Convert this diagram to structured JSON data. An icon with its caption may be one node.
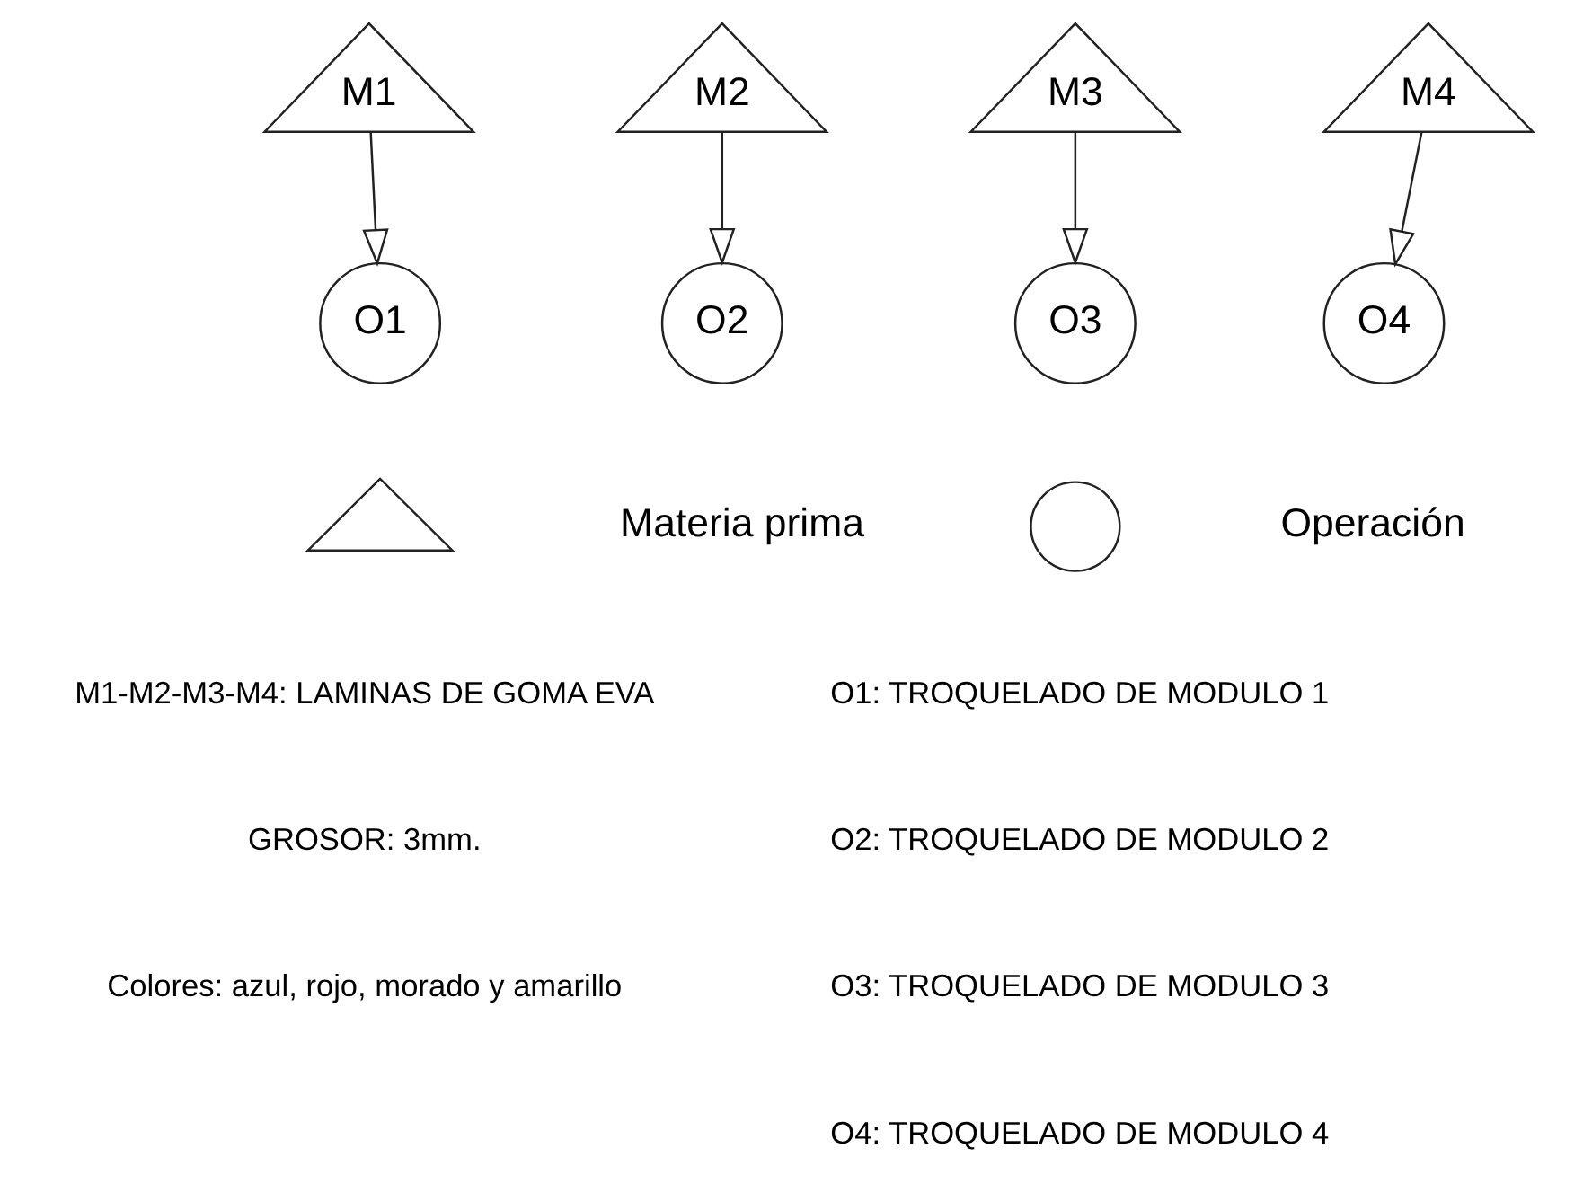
{
  "diagram": {
    "nodes": [
      {
        "text": [
          "M1"
        ]
      },
      {
        "text": [
          "M2"
        ]
      },
      {
        "text": [
          "M3"
        ]
      },
      {
        "text": [
          "M4"
        ]
      },
      {
        "text": [
          "O1"
        ]
      },
      {
        "text": [
          "O2"
        ]
      },
      {
        "text": [
          "O3"
        ]
      },
      {
        "text": [
          "O4"
        ]
      },
      {
        "text": [],
        "shape": "triangle"
      },
      {
        "text": [],
        "shape": "circle"
      }
    ],
    "edges": [
      {
        "from": 0,
        "to": 4,
        "arrow": "to"
      },
      {
        "from": 1,
        "to": 5,
        "arrow": "to"
      },
      {
        "from": 2,
        "to": 6,
        "arrow": "to"
      },
      {
        "from": 3,
        "to": 7,
        "arrow": "to"
      }
    ],
    "labels": [
      "M1-M2-M3-M4: LAMINAS DE GOMA EVA",
      "GROSOR: 3mm.",
      "Colores: azul, rojo, morado y amarillo",
      "O1: TROQUELADO DE MODULO 1",
      "O2: TROQUELADO DE MODULO 2",
      "O3: TROQUELADO DE MODULO 3",
      "O4: TROQUELADO DE MODULO 4"
    ],
    "legend": [
      {
        "text": "Materia prima"
      },
      {
        "text": "Operación"
      }
    ]
  }
}
